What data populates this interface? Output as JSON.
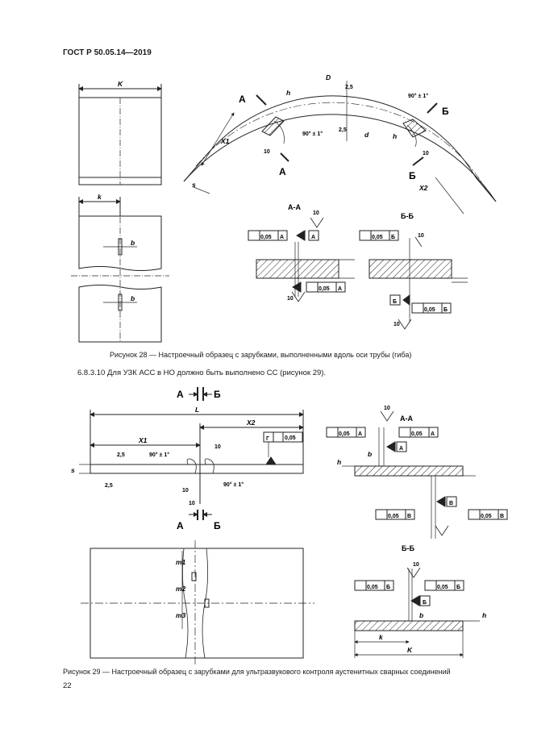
{
  "header": {
    "standard": "ГОСТ Р 50.05.14—2019"
  },
  "figure28": {
    "caption": "Рисунок 28 — Настроечный образец с зарубками, выполненными вдоль оси трубы (гиба)",
    "labels": {
      "K": "K",
      "k": "k",
      "b": "b",
      "b2": "b",
      "h": "h",
      "h2": "h",
      "D": "D",
      "d": "d",
      "s": "s",
      "X1": "X1",
      "X2": "X2",
      "A": "А",
      "B": "Б",
      "A2": "А",
      "B2": "Б",
      "angle1": "90° ± 1°",
      "angle2": "90° ± 1°",
      "rough1": "2,5",
      "rough2": "2,5",
      "ten1": "10",
      "ten2": "10",
      "ten3": "10",
      "ten4": "10",
      "ten5": "10",
      "ten6": "10"
    },
    "sectionAA": {
      "title": "А-А",
      "tol": "0,05",
      "datum": "А"
    },
    "sectionBB": {
      "title": "Б-Б",
      "tol": "0,05",
      "datum": "Б"
    }
  },
  "paragraph": "6.8.3.10 Для УЗК АСС в НО должно быть выполнено СС (рисунок 29).",
  "figure29": {
    "caption": "Рисунок 29 — Настроечный образец с зарубками для ультразвукового контроля аустенитных сварных соединений",
    "labels": {
      "A": "А",
      "B": "Б",
      "A2": "А",
      "B2": "Б",
      "L": "L",
      "X1": "X1",
      "X2": "X2",
      "s": "s",
      "rough1": "2,5",
      "rough2": "2,5",
      "angle1": "90° ± 1°",
      "angle2": "90° ± 1°",
      "ten1": "10",
      "ten2": "10",
      "ten3": "10",
      "flat": "0,05",
      "G": "Г",
      "m1": "m1",
      "m2": "m2",
      "m3": "m3"
    },
    "sectionAA": {
      "title": "А-А",
      "tol": "0,05",
      "datumA": "А",
      "datumV": "В",
      "h": "h",
      "b": "b",
      "ten": "10"
    },
    "sectionBB": {
      "title": "Б-Б",
      "tol": "0,05",
      "datumB": "Б",
      "h": "h",
      "b": "b",
      "k": "k",
      "K": "K",
      "ten": "10"
    }
  },
  "page": {
    "number": "22"
  }
}
